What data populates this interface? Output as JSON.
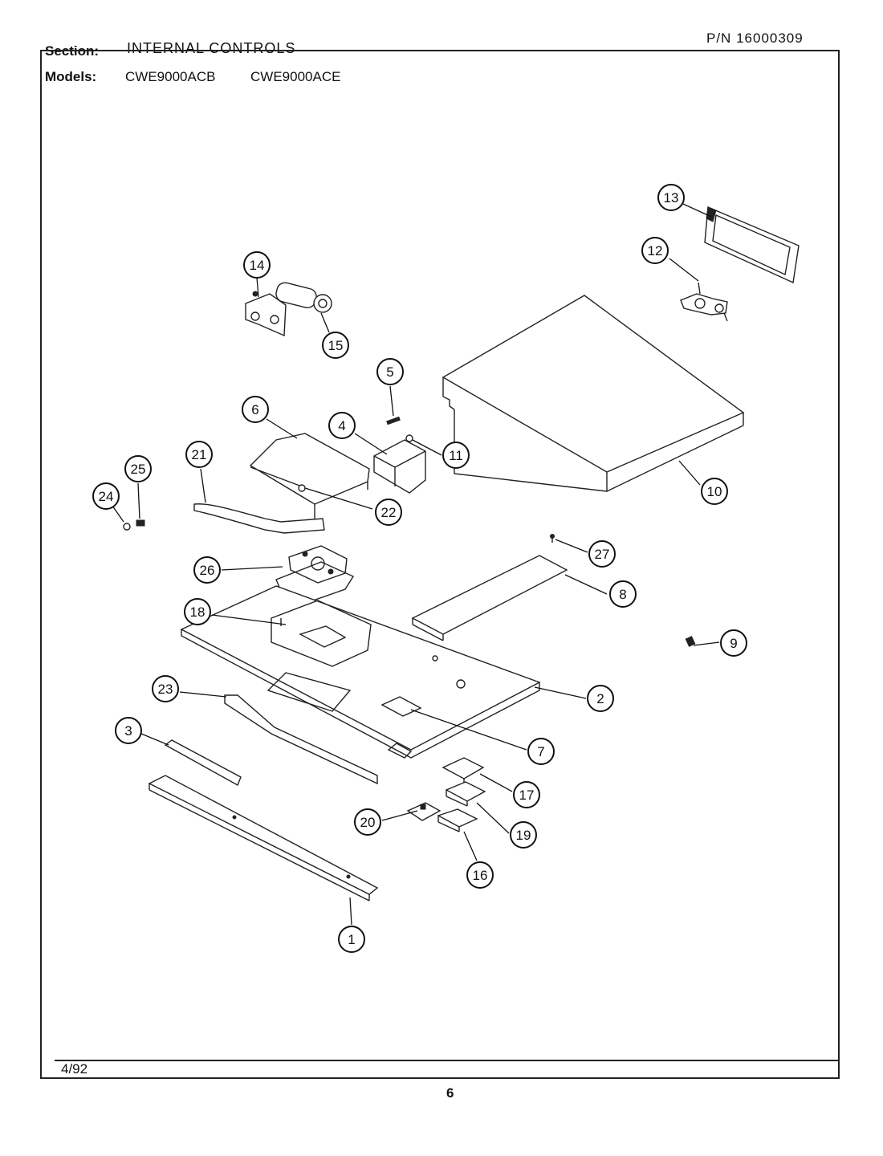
{
  "header": {
    "section_label": "Section:",
    "section_value": "INTERNAL CONTROLS",
    "pn_label": "P/N",
    "pn_value": "16000309",
    "models_label": "Models:",
    "models": [
      "CWE9000ACB",
      "CWE9000ACE"
    ]
  },
  "footer": {
    "date": "4/92",
    "page_number": "6"
  },
  "callouts": [
    "1",
    "2",
    "3",
    "4",
    "5",
    "6",
    "7",
    "8",
    "9",
    "10",
    "11",
    "12",
    "13",
    "14",
    "15",
    "16",
    "17",
    "18",
    "19",
    "20",
    "21",
    "22",
    "23",
    "24",
    "25",
    "26",
    "27"
  ]
}
